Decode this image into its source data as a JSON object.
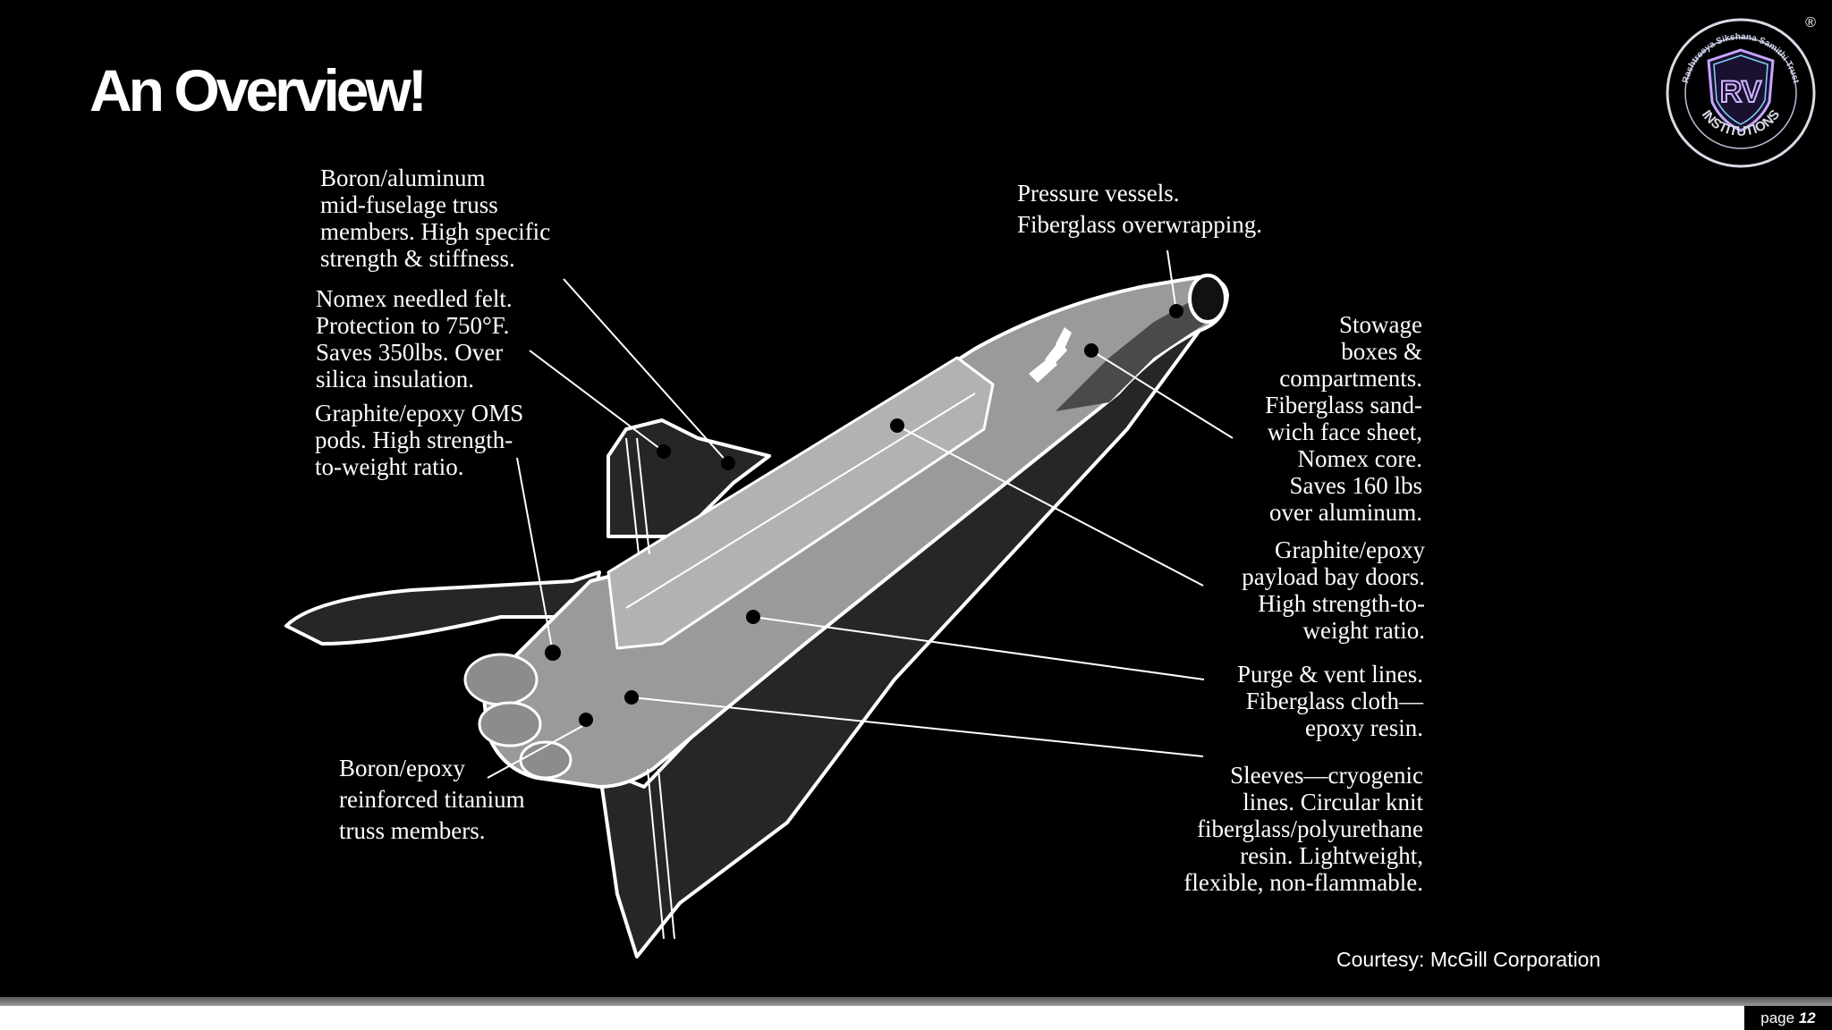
{
  "slide": {
    "title": "An Overview!",
    "courtesy": "Courtesy: McGill Corporation",
    "page_label": "page",
    "page_number": "12"
  },
  "logo": {
    "ring_text": "Rashtreeya Sikshana Samithi Trust",
    "monogram": "RV",
    "bottom_text": "INSTITUTIONS",
    "mark": "®",
    "icon": "shield-icon"
  },
  "callouts": {
    "boron_aluminum": [
      "Boron/aluminum",
      "mid-fuselage truss",
      "members. High specific",
      "strength & stiffness."
    ],
    "nomex_felt": [
      "Nomex needled felt.",
      "Protection to 750°F.",
      "Saves 350lbs. Over",
      "silica insulation."
    ],
    "graphite_oms": [
      "Graphite/epoxy OMS",
      "pods. High strength-",
      "to-weight ratio."
    ],
    "boron_epoxy": [
      "Boron/epoxy",
      "reinforced titanium",
      "truss members."
    ],
    "pressure_vessels": [
      "Pressure vessels.",
      "Fiberglass overwrapping."
    ],
    "stowage": [
      "Stowage",
      "boxes &",
      "compartments.",
      "Fiberglass sand-",
      "wich face sheet,",
      "Nomex core.",
      "Saves 160 lbs",
      "over aluminum."
    ],
    "payload_doors": [
      "Graphite/epoxy",
      "payload bay doors.",
      "High strength-to-",
      "weight ratio."
    ],
    "purge_vent": [
      "Purge & vent lines.",
      "Fiberglass cloth—",
      "epoxy resin."
    ],
    "sleeves": [
      "Sleeves—cryogenic",
      "lines. Circular knit",
      "fiberglass/polyurethane",
      "resin. Lightweight,",
      "flexible, non-flammable."
    ]
  }
}
